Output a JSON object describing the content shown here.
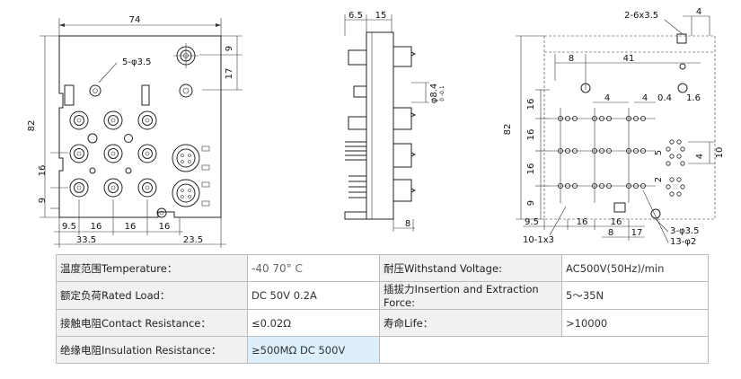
{
  "dims": {
    "front": {
      "width": "74",
      "hole_note": "5-φ3.5",
      "top_right": "9",
      "right_17": "17",
      "height": "82",
      "left_16": "16",
      "left_9": "9",
      "bottom_9_5": "9.5",
      "bottom_16a": "16",
      "bottom_16b": "16",
      "bottom_16c": "16",
      "bottom_33_5": "33.5",
      "bottom_23_5": "23.5"
    },
    "side": {
      "top_6_5": "6.5",
      "top_15": "15",
      "pin_dia": "φ8.4",
      "pin_tol": "0 -0.1",
      "bottom_8": "8"
    },
    "layout": {
      "holes_note": "2-6x3.5",
      "top_4": "4",
      "d_8": "8",
      "d_41": "41",
      "d_4a": "4",
      "d_4b": "4",
      "d_0_4": "0.4",
      "d_1_6": "1.6",
      "height": "82",
      "left_16a": "16",
      "left_16b": "16",
      "left_16c": "16",
      "left_9": "9",
      "r_4": "4",
      "r_5": "5",
      "r_10": "10",
      "r_2": "2",
      "b_9_5": "9.5",
      "b_16a": "16",
      "b_16b": "16",
      "b_10x3": "10-1x3",
      "b_8": "8",
      "b_17": "17",
      "b_3x3_5": "3-φ3.5",
      "b_13x2": "13-φ2"
    }
  },
  "specs": [
    {
      "label": "温度范围Temperature：",
      "value": "-40   70° C"
    },
    {
      "label": "耐压Withstand Voltage:",
      "value": "AC500V(50Hz)/min"
    },
    {
      "label": "额定负荷Rated Load：",
      "value": "DC 50V 0.2A"
    },
    {
      "label": "插拔力Insertion and Extraction Force:",
      "value": "5～35N"
    },
    {
      "label": "接触电阻Contact Resistance：",
      "value": "≤0.02Ω"
    },
    {
      "label": "寿命Life：",
      "value": ">10000"
    },
    {
      "label": "绝缘电阻Insulation Resistance：",
      "value": "≥500MΩ  DC  500V"
    }
  ]
}
